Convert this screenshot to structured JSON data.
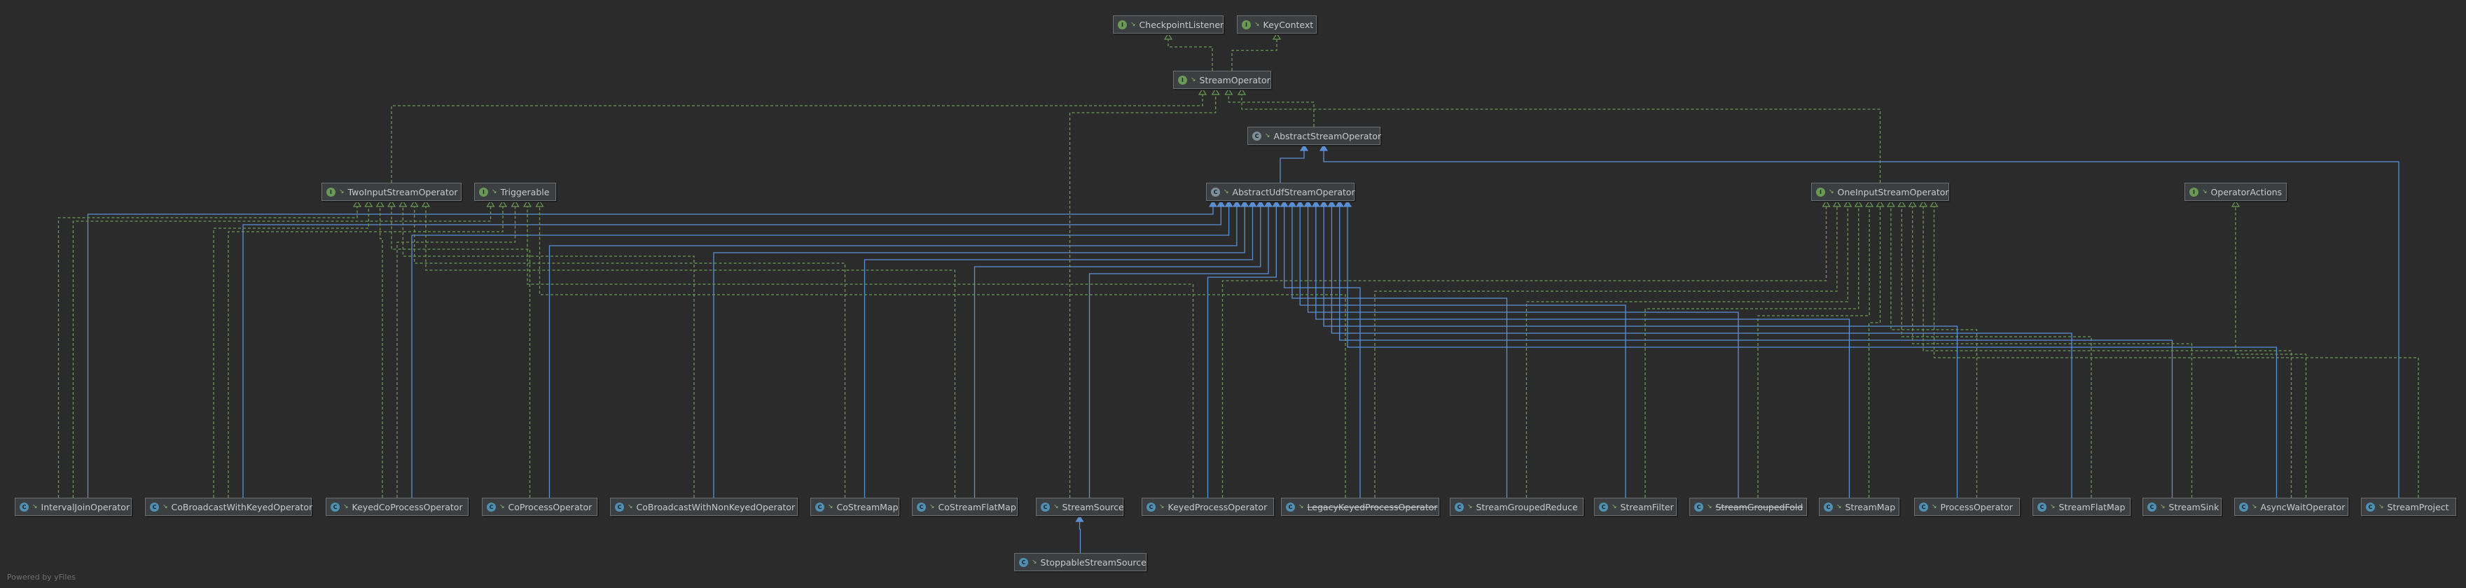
{
  "footer": "Powered by yFiles",
  "nodes": [
    {
      "id": "checkpointlistener",
      "label": "CheckpointListener",
      "kind": "interface"
    },
    {
      "id": "keycontext",
      "label": "KeyContext",
      "kind": "interface"
    },
    {
      "id": "streamoperator",
      "label": "StreamOperator",
      "kind": "interface"
    },
    {
      "id": "abstractstreamoperator",
      "label": "AbstractStreamOperator",
      "kind": "abstract"
    },
    {
      "id": "twoinputstreamoperator",
      "label": "TwoInputStreamOperator",
      "kind": "interface"
    },
    {
      "id": "triggerable",
      "label": "Triggerable",
      "kind": "interface"
    },
    {
      "id": "abstractudfstreamoperator",
      "label": "AbstractUdfStreamOperator",
      "kind": "abstract"
    },
    {
      "id": "oneinputstreamoperator",
      "label": "OneInputStreamOperator",
      "kind": "interface"
    },
    {
      "id": "operatoractions",
      "label": "OperatorActions",
      "kind": "interface"
    },
    {
      "id": "intervaljoinoperator",
      "label": "IntervalJoinOperator",
      "kind": "class"
    },
    {
      "id": "cobroadcastwithkeyedoperator",
      "label": "CoBroadcastWithKeyedOperator",
      "kind": "class"
    },
    {
      "id": "keyedcoprocessoperator",
      "label": "KeyedCoProcessOperator",
      "kind": "class"
    },
    {
      "id": "coprocessoperator",
      "label": "CoProcessOperator",
      "kind": "class"
    },
    {
      "id": "cobroadcastwithnonkeyedoperator",
      "label": "CoBroadcastWithNonKeyedOperator",
      "kind": "class"
    },
    {
      "id": "costreammap",
      "label": "CoStreamMap",
      "kind": "class"
    },
    {
      "id": "costreamflatmap",
      "label": "CoStreamFlatMap",
      "kind": "class"
    },
    {
      "id": "streamsource",
      "label": "StreamSource",
      "kind": "class"
    },
    {
      "id": "keyedprocessoperator",
      "label": "KeyedProcessOperator",
      "kind": "class"
    },
    {
      "id": "legacykeyedprocessoperator",
      "label": "LegacyKeyedProcessOperator",
      "kind": "class",
      "deprecated": true
    },
    {
      "id": "streamgroupedreduce",
      "label": "StreamGroupedReduce",
      "kind": "class"
    },
    {
      "id": "streamfilter",
      "label": "StreamFilter",
      "kind": "class"
    },
    {
      "id": "streamgroupedfold",
      "label": "StreamGroupedFold",
      "kind": "class",
      "deprecated": true
    },
    {
      "id": "streammap",
      "label": "StreamMap",
      "kind": "class"
    },
    {
      "id": "processoperator",
      "label": "ProcessOperator",
      "kind": "class"
    },
    {
      "id": "streamflatmap",
      "label": "StreamFlatMap",
      "kind": "class"
    },
    {
      "id": "streamsink",
      "label": "StreamSink",
      "kind": "class"
    },
    {
      "id": "asyncwaitoperator",
      "label": "AsyncWaitOperator",
      "kind": "class"
    },
    {
      "id": "streamproject",
      "label": "StreamProject",
      "kind": "class"
    },
    {
      "id": "stoppablestreamsource",
      "label": "StoppableStreamSource",
      "kind": "class"
    }
  ],
  "edges": [
    {
      "from": "streamoperator",
      "to": "checkpointlistener",
      "type": "extends"
    },
    {
      "from": "streamoperator",
      "to": "keycontext",
      "type": "extends"
    },
    {
      "from": "abstractstreamoperator",
      "to": "streamoperator",
      "type": "implements"
    },
    {
      "from": "twoinputstreamoperator",
      "to": "streamoperator",
      "type": "extends"
    },
    {
      "from": "oneinputstreamoperator",
      "to": "streamoperator",
      "type": "extends"
    },
    {
      "from": "abstractudfstreamoperator",
      "to": "abstractstreamoperator",
      "type": "extends"
    },
    {
      "from": "streamproject",
      "to": "abstractstreamoperator",
      "type": "extends"
    },
    {
      "from": "intervaljoinoperator",
      "to": "abstractudfstreamoperator",
      "type": "extends"
    },
    {
      "from": "intervaljoinoperator",
      "to": "twoinputstreamoperator",
      "type": "implements"
    },
    {
      "from": "intervaljoinoperator",
      "to": "triggerable",
      "type": "implements"
    },
    {
      "from": "cobroadcastwithkeyedoperator",
      "to": "abstractudfstreamoperator",
      "type": "extends"
    },
    {
      "from": "cobroadcastwithkeyedoperator",
      "to": "twoinputstreamoperator",
      "type": "implements"
    },
    {
      "from": "cobroadcastwithkeyedoperator",
      "to": "triggerable",
      "type": "implements"
    },
    {
      "from": "keyedcoprocessoperator",
      "to": "abstractudfstreamoperator",
      "type": "extends"
    },
    {
      "from": "keyedcoprocessoperator",
      "to": "twoinputstreamoperator",
      "type": "implements"
    },
    {
      "from": "keyedcoprocessoperator",
      "to": "triggerable",
      "type": "implements"
    },
    {
      "from": "coprocessoperator",
      "to": "abstractudfstreamoperator",
      "type": "extends"
    },
    {
      "from": "coprocessoperator",
      "to": "twoinputstreamoperator",
      "type": "implements"
    },
    {
      "from": "cobroadcastwithnonkeyedoperator",
      "to": "abstractudfstreamoperator",
      "type": "extends"
    },
    {
      "from": "cobroadcastwithnonkeyedoperator",
      "to": "twoinputstreamoperator",
      "type": "implements"
    },
    {
      "from": "costreammap",
      "to": "abstractudfstreamoperator",
      "type": "extends"
    },
    {
      "from": "costreammap",
      "to": "twoinputstreamoperator",
      "type": "implements"
    },
    {
      "from": "costreamflatmap",
      "to": "abstractudfstreamoperator",
      "type": "extends"
    },
    {
      "from": "costreamflatmap",
      "to": "twoinputstreamoperator",
      "type": "implements"
    },
    {
      "from": "streamsource",
      "to": "abstractudfstreamoperator",
      "type": "extends"
    },
    {
      "from": "streamsource",
      "to": "streamoperator",
      "type": "implements"
    },
    {
      "from": "keyedprocessoperator",
      "to": "abstractudfstreamoperator",
      "type": "extends"
    },
    {
      "from": "keyedprocessoperator",
      "to": "oneinputstreamoperator",
      "type": "implements"
    },
    {
      "from": "keyedprocessoperator",
      "to": "triggerable",
      "type": "implements"
    },
    {
      "from": "legacykeyedprocessoperator",
      "to": "abstractudfstreamoperator",
      "type": "extends"
    },
    {
      "from": "legacykeyedprocessoperator",
      "to": "oneinputstreamoperator",
      "type": "implements"
    },
    {
      "from": "legacykeyedprocessoperator",
      "to": "triggerable",
      "type": "implements"
    },
    {
      "from": "streamgroupedreduce",
      "to": "abstractudfstreamoperator",
      "type": "extends"
    },
    {
      "from": "streamgroupedreduce",
      "to": "oneinputstreamoperator",
      "type": "implements"
    },
    {
      "from": "streamfilter",
      "to": "abstractudfstreamoperator",
      "type": "extends"
    },
    {
      "from": "streamfilter",
      "to": "oneinputstreamoperator",
      "type": "implements"
    },
    {
      "from": "streamgroupedfold",
      "to": "abstractudfstreamoperator",
      "type": "extends"
    },
    {
      "from": "streamgroupedfold",
      "to": "oneinputstreamoperator",
      "type": "implements"
    },
    {
      "from": "streammap",
      "to": "abstractudfstreamoperator",
      "type": "extends"
    },
    {
      "from": "streammap",
      "to": "oneinputstreamoperator",
      "type": "implements"
    },
    {
      "from": "processoperator",
      "to": "abstractudfstreamoperator",
      "type": "extends"
    },
    {
      "from": "processoperator",
      "to": "oneinputstreamoperator",
      "type": "implements"
    },
    {
      "from": "streamflatmap",
      "to": "abstractudfstreamoperator",
      "type": "extends"
    },
    {
      "from": "streamflatmap",
      "to": "oneinputstreamoperator",
      "type": "implements"
    },
    {
      "from": "streamsink",
      "to": "abstractudfstreamoperator",
      "type": "extends"
    },
    {
      "from": "streamsink",
      "to": "oneinputstreamoperator",
      "type": "implements"
    },
    {
      "from": "asyncwaitoperator",
      "to": "abstractudfstreamoperator",
      "type": "extends"
    },
    {
      "from": "asyncwaitoperator",
      "to": "oneinputstreamoperator",
      "type": "implements"
    },
    {
      "from": "asyncwaitoperator",
      "to": "operatoractions",
      "type": "implements"
    },
    {
      "from": "streamproject",
      "to": "oneinputstreamoperator",
      "type": "implements"
    },
    {
      "from": "stoppablestreamsource",
      "to": "streamsource",
      "type": "extends"
    }
  ]
}
